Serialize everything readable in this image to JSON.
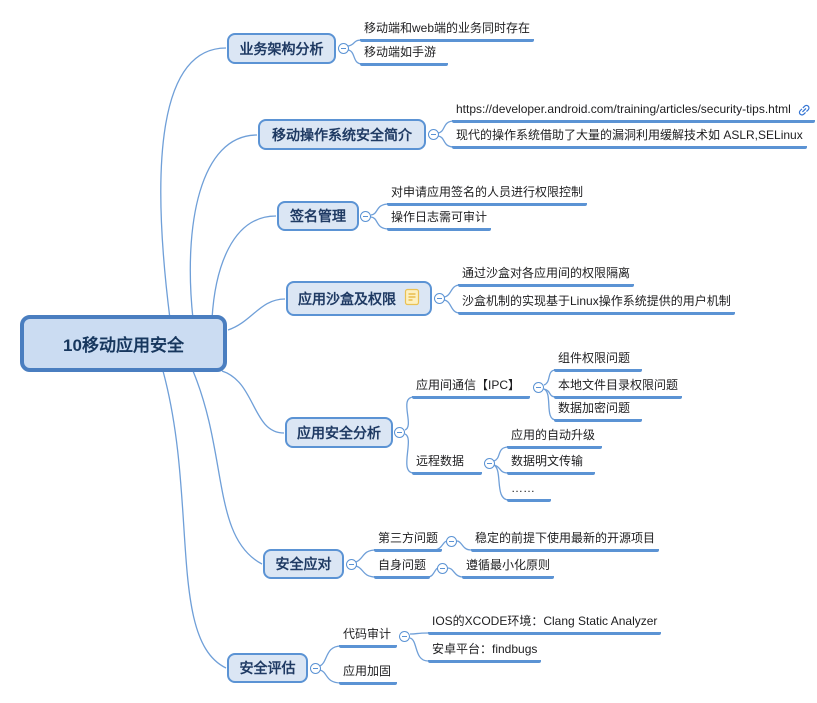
{
  "root": {
    "label": "10移动应用安全"
  },
  "branches": [
    {
      "label": "业务架构分析",
      "children": [
        {
          "label": "移动端和web端的业务同时存在"
        },
        {
          "label": "移动端如手游"
        }
      ]
    },
    {
      "label": "移动操作系统安全简介",
      "children": [
        {
          "label": "https://developer.android.com/training/articles/security-tips.html",
          "icon": "link-icon"
        },
        {
          "label": "现代的操作系统借助了大量的漏洞利用缓解技术如 ASLR,SELinux"
        }
      ]
    },
    {
      "label": "签名管理",
      "children": [
        {
          "label": "对申请应用签名的人员进行权限控制"
        },
        {
          "label": "操作日志需可审计"
        }
      ]
    },
    {
      "label": "应用沙盒及权限",
      "icon": "note-icon",
      "children": [
        {
          "label": "通过沙盒对各应用间的权限隔离"
        },
        {
          "label": "沙盒机制的实现基于Linux操作系统提供的用户机制"
        }
      ]
    },
    {
      "label": "应用安全分析",
      "children": [
        {
          "label": "应用间通信【IPC】",
          "children": [
            {
              "label": "组件权限问题"
            },
            {
              "label": "本地文件目录权限问题"
            },
            {
              "label": "数据加密问题"
            }
          ]
        },
        {
          "label": "远程数据",
          "children": [
            {
              "label": "应用的自动升级"
            },
            {
              "label": "数据明文传输"
            },
            {
              "label": "……"
            }
          ]
        }
      ]
    },
    {
      "label": "安全应对",
      "children": [
        {
          "label": "第三方问题",
          "children": [
            {
              "label": "稳定的前提下使用最新的开源项目"
            }
          ]
        },
        {
          "label": "自身问题",
          "children": [
            {
              "label": "遵循最小化原则"
            }
          ]
        }
      ]
    },
    {
      "label": "安全评估",
      "children": [
        {
          "label": "代码审计",
          "children": [
            {
              "label": "IOS的XCODE环境：Clang Static Analyzer"
            },
            {
              "label": "安卓平台：findbugs"
            }
          ]
        },
        {
          "label": "应用加固"
        }
      ]
    }
  ],
  "colors": {
    "accent": "#5b93d4",
    "wire": "#6f9fd8",
    "root_fill": "#cbdcf2",
    "root_border": "#4a7ec0",
    "branch_fill": "#dbe6f4",
    "branch_border": "#5b93d4",
    "box_text": "#17375e",
    "leaf_text": "#1d1d1f",
    "note_fill": "#fdf0c0",
    "note_stroke": "#eac154",
    "link_icon": "#3575d3"
  }
}
